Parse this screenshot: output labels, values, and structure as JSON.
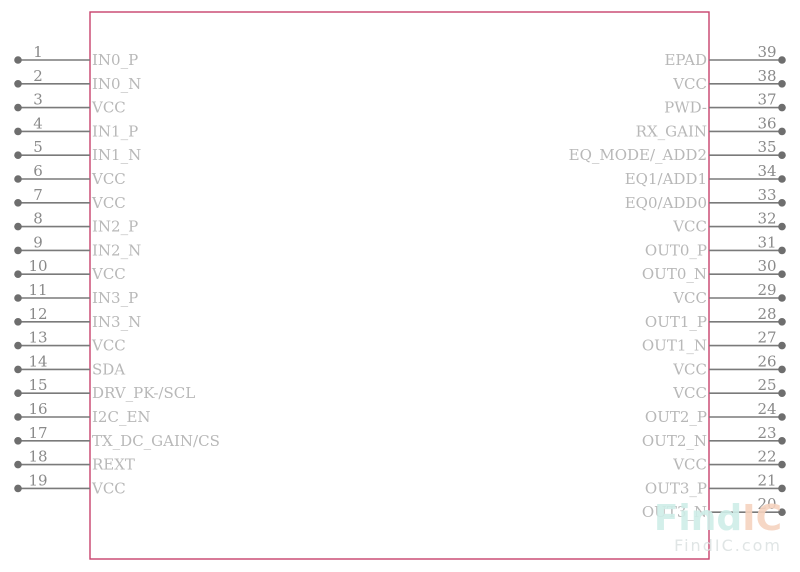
{
  "colors": {
    "body_outline": "#c8426c",
    "pin_line": "#7a7a7a",
    "pin_dot": "#6e6e6e",
    "pin_number": "#8a8a8a",
    "pin_name": "#b8b8b8",
    "watermark_a": "#cfeee8",
    "watermark_b": "#f6d3bf"
  },
  "left_pins": [
    {
      "number": "1",
      "name": "IN0_P"
    },
    {
      "number": "2",
      "name": "IN0_N"
    },
    {
      "number": "3",
      "name": "VCC"
    },
    {
      "number": "4",
      "name": "IN1_P"
    },
    {
      "number": "5",
      "name": "IN1_N"
    },
    {
      "number": "6",
      "name": "VCC"
    },
    {
      "number": "7",
      "name": "VCC"
    },
    {
      "number": "8",
      "name": "IN2_P"
    },
    {
      "number": "9",
      "name": "IN2_N"
    },
    {
      "number": "10",
      "name": "VCC"
    },
    {
      "number": "11",
      "name": "IN3_P"
    },
    {
      "number": "12",
      "name": "IN3_N"
    },
    {
      "number": "13",
      "name": "VCC"
    },
    {
      "number": "14",
      "name": "SDA"
    },
    {
      "number": "15",
      "name": "DRV_PK-/SCL"
    },
    {
      "number": "16",
      "name": "I2C_EN"
    },
    {
      "number": "17",
      "name": "TX_DC_GAIN/CS"
    },
    {
      "number": "18",
      "name": "REXT"
    },
    {
      "number": "19",
      "name": "VCC"
    }
  ],
  "right_pins": [
    {
      "number": "39",
      "name": "EPAD"
    },
    {
      "number": "38",
      "name": "VCC"
    },
    {
      "number": "37",
      "name": "PWD-"
    },
    {
      "number": "36",
      "name": "RX_GAIN"
    },
    {
      "number": "35",
      "name": "EQ_MODE/_ADD2"
    },
    {
      "number": "34",
      "name": "EQ1/ADD1"
    },
    {
      "number": "33",
      "name": "EQ0/ADD0"
    },
    {
      "number": "32",
      "name": "VCC"
    },
    {
      "number": "31",
      "name": "OUT0_P"
    },
    {
      "number": "30",
      "name": "OUT0_N"
    },
    {
      "number": "29",
      "name": "VCC"
    },
    {
      "number": "28",
      "name": "OUT1_P"
    },
    {
      "number": "27",
      "name": "OUT1_N"
    },
    {
      "number": "26",
      "name": "VCC"
    },
    {
      "number": "25",
      "name": "VCC"
    },
    {
      "number": "24",
      "name": "OUT2_P"
    },
    {
      "number": "23",
      "name": "OUT2_N"
    },
    {
      "number": "22",
      "name": "VCC"
    },
    {
      "number": "21",
      "name": "OUT3_P"
    },
    {
      "number": "20",
      "name": "OUT3_N"
    }
  ],
  "watermark": {
    "logo_text": "FindIC",
    "url_text": "FindIC.com"
  }
}
